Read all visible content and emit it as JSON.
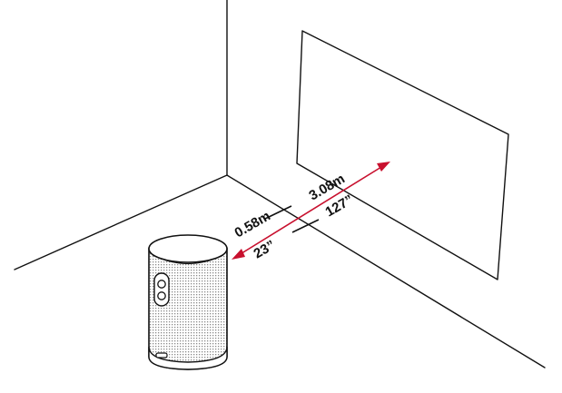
{
  "diagram": {
    "near_distance": {
      "metric": "0.58m",
      "imperial": "23”"
    },
    "far_distance": {
      "metric": "3.08m",
      "imperial": "127”"
    },
    "colors": {
      "line": "#111111",
      "arrow": "#c8102e",
      "background": "#ffffff",
      "projector_body": "#ffffff"
    },
    "icons": [
      "projector-icon",
      "screen-icon",
      "room-corner-icon"
    ]
  }
}
